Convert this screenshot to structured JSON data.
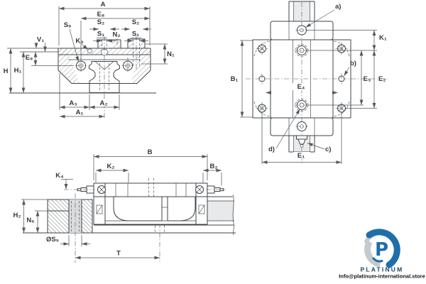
{
  "drawing": {
    "front_view": {
      "labels": {
        "A": "A",
        "E8": "E₈",
        "S9": "S₉",
        "S2_center": "S₂",
        "S1_center": "S₁",
        "N2": "N₂",
        "S2_right": "S₂",
        "S1_right": "S₁",
        "K3": "K₃",
        "V1": "V₁",
        "E9": "E₉",
        "H": "H",
        "H1": "H₁",
        "N1": "N₁",
        "A3": "A₃",
        "A2": "A₂",
        "A1": "A₁"
      }
    },
    "top_view": {
      "labels": {
        "a": "a)",
        "b": "b)",
        "c": "c)",
        "d": "d)",
        "K1": "K₁",
        "B1": "B₁",
        "E4": "E₄",
        "E3": "E₃",
        "E2": "E₂",
        "E1": "E₁"
      }
    },
    "side_view": {
      "labels": {
        "B": "B",
        "K2": "K₂",
        "B2": "B₂",
        "K4": "K₄",
        "H2": "H₂",
        "N6": "N₆",
        "S5": "ØS₅",
        "T": "T"
      }
    }
  },
  "branding": {
    "logo_text": "PLATINUM",
    "email": "Info@platinum-international.store",
    "logo_blue": "#1e6fa9",
    "logo_gray": "#c6cacd",
    "text_navy": "#1d4266"
  }
}
